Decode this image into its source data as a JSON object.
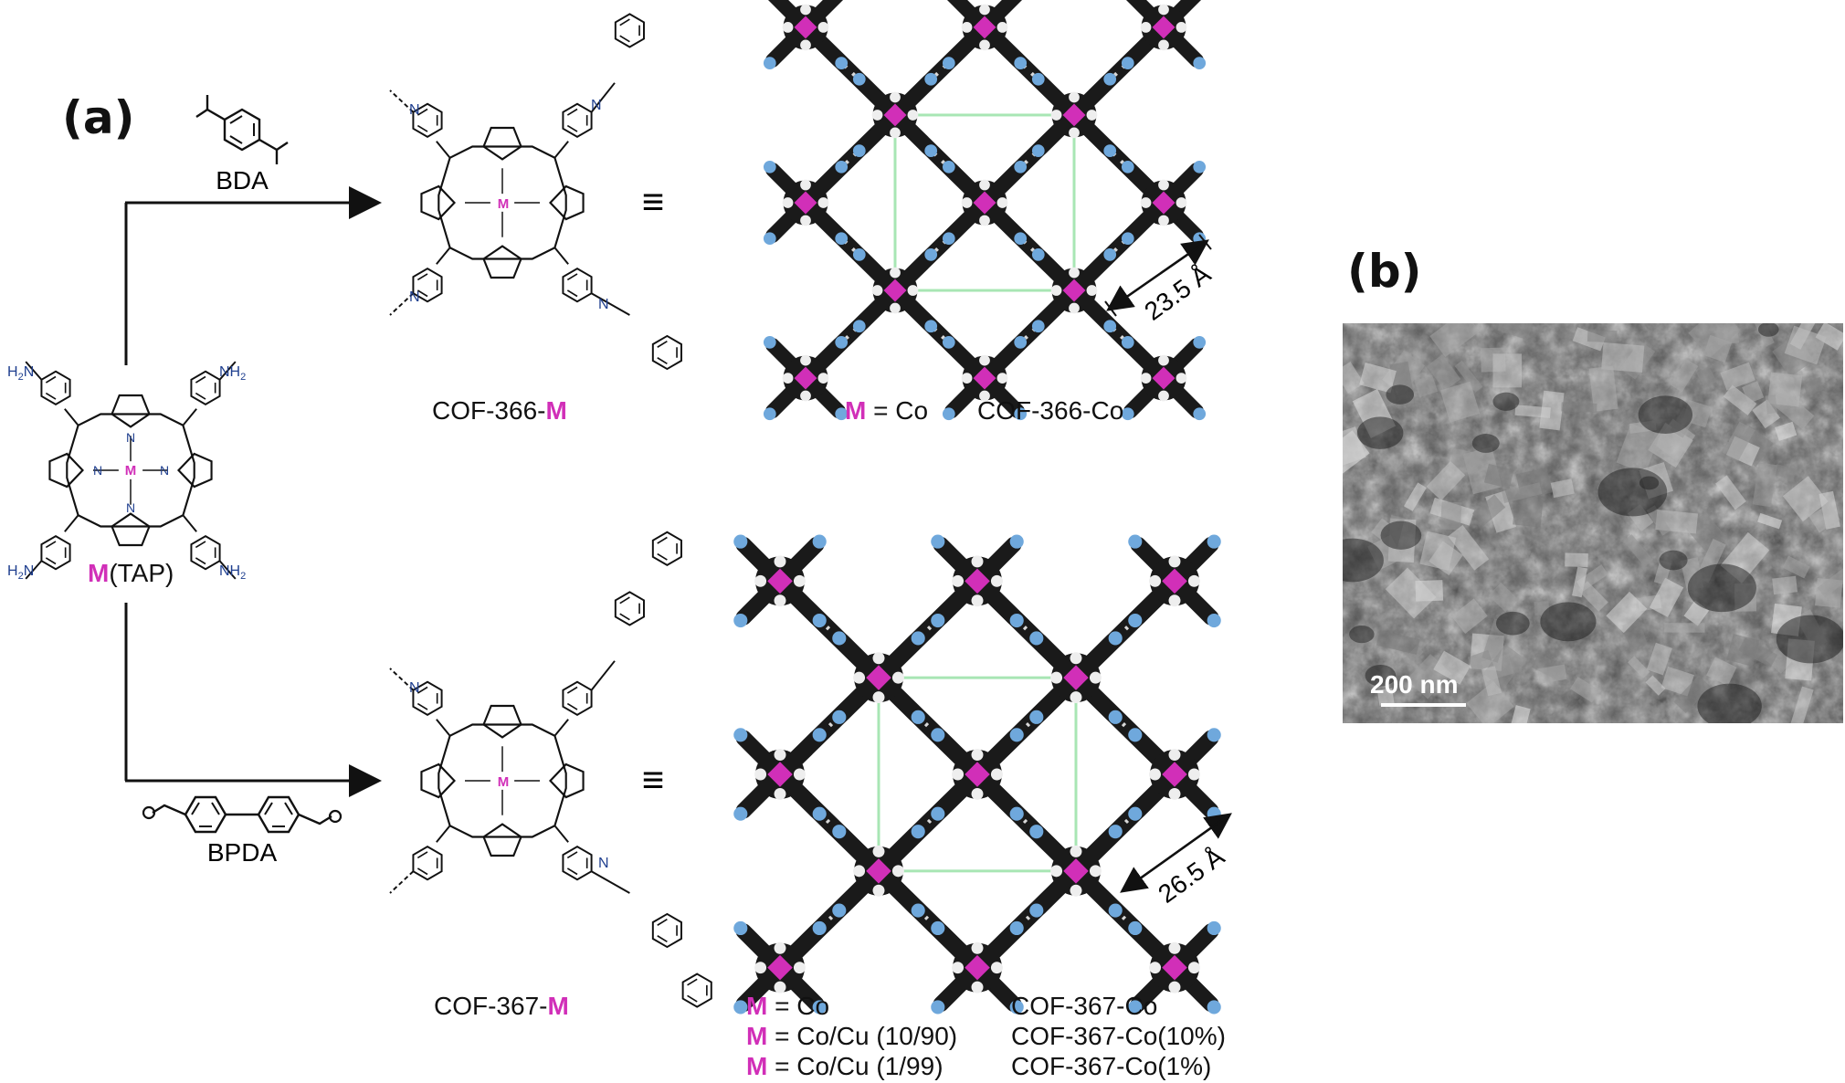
{
  "panel_a": {
    "label": "(a)",
    "precursor": {
      "prefix": "M",
      "name": "(TAP)",
      "amine": "NH",
      "amine_sub": "2",
      "amine_left": "H",
      "amine_left_sub": "2",
      "amine_left_n": "N",
      "ring_n": "N",
      "ring_metal": "M"
    },
    "linker_top": "BDA",
    "linker_bottom": "BPDA",
    "equiv_symbol": "≡",
    "imine_n": "N",
    "cof366": {
      "prefix": "COF-366-",
      "suffix": "M"
    },
    "cof367": {
      "prefix": "COF-367-",
      "suffix": "M"
    },
    "distance_top": "23.5 Å",
    "distance_bottom": "26.5 Å",
    "top_assignment": {
      "m": "M",
      "value": " = Co",
      "product": "COF-366-Co"
    },
    "bottom_assignments": [
      {
        "m": "M",
        "value": " = Co",
        "product": "COF-367-Co"
      },
      {
        "m": "M",
        "value": " = Co/Cu (10/90)",
        "product": "COF-367-Co(10%)"
      },
      {
        "m": "M",
        "value": " = Co/Cu (1/99)",
        "product": "COF-367-Co(1%)"
      }
    ]
  },
  "panel_b": {
    "label": "(b)",
    "scalebar": "200 nm"
  },
  "colors": {
    "metal": "#d12fb8",
    "nitrogen": "#1f3f8f",
    "cell_outline": "#a8e6b4",
    "node_blue": "#6fa8dc",
    "sem_bg": "#5a5a5a"
  }
}
